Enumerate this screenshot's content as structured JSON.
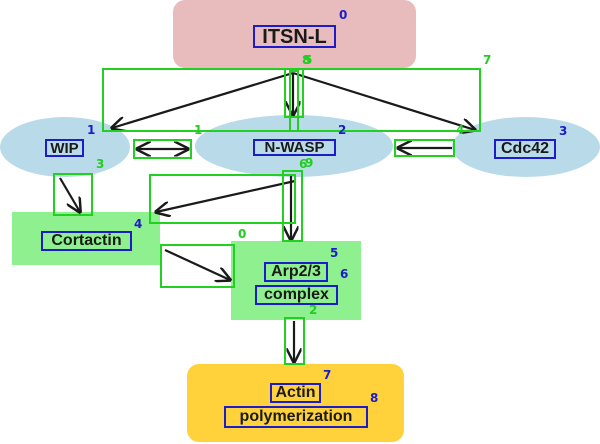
{
  "nodes": {
    "itsn": {
      "label": "ITSN-L",
      "index": "0",
      "color": "#e8bcbc"
    },
    "wip": {
      "label": "WIP",
      "index": "1",
      "color": "#b9dbe9"
    },
    "nwasp": {
      "label": "N-WASP",
      "index": "2",
      "color": "#b9dbe9"
    },
    "cdc42": {
      "label": "Cdc42",
      "index": "3",
      "color": "#b9dbe9"
    },
    "cortactin": {
      "label": "Cortactin",
      "index": "4",
      "color": "#8ef08e"
    },
    "arp_line1": {
      "label": "Arp2/3",
      "index": "5",
      "color": "#8ef08e"
    },
    "arp_line2": {
      "label": "complex",
      "index": "6"
    },
    "actin_line1": {
      "label": "Actin",
      "index": "7",
      "color": "#ffd23c"
    },
    "actin_line2": {
      "label": "polymerization",
      "index": "8"
    }
  },
  "relation_indices": [
    "0",
    "1",
    "2",
    "3",
    "4",
    "5",
    "6",
    "7",
    "8",
    "9"
  ],
  "colors": {
    "label_box": "#1c1cc8",
    "relation_box": "#22d022",
    "arrow": "#1a1a1a"
  }
}
